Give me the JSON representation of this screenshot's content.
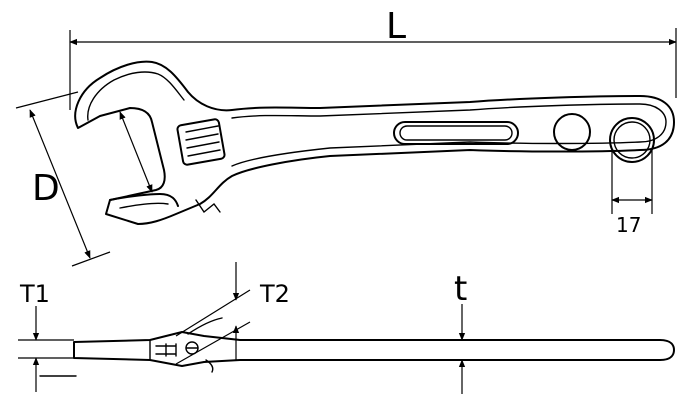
{
  "labels": {
    "length": "L",
    "jaw_capacity": "D",
    "hole_size": "17",
    "head_thickness_1": "T1",
    "head_thickness_2": "T2",
    "handle_thickness": "t"
  },
  "colors": {
    "line": "#000000",
    "background": "#ffffff"
  }
}
